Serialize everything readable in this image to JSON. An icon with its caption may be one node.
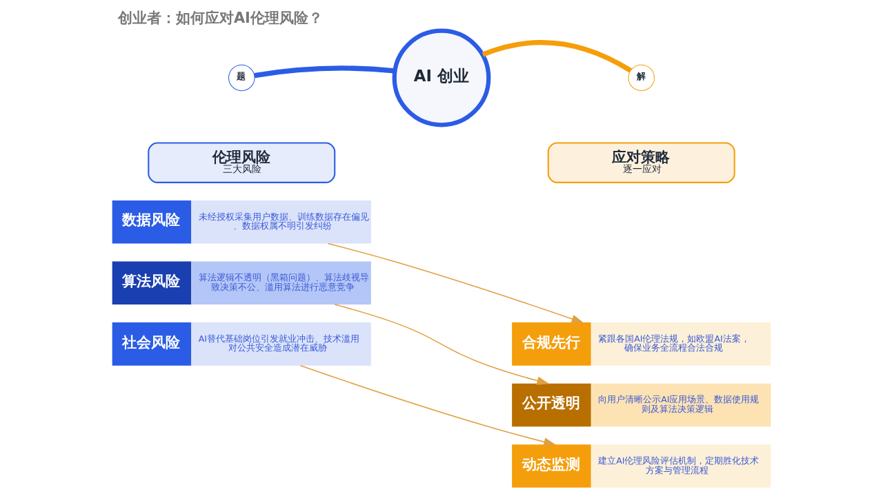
{
  "diagram": {
    "title": "创业者：如何应对AI伦理风险？",
    "nodes": [
      {
        "text": [
          "AI 创业"
        ]
      },
      {
        "text": [
          "题"
        ]
      },
      {
        "text": [
          "解"
        ]
      },
      {
        "text": [
          "伦理风险",
          "三大风险"
        ]
      },
      {
        "text": [
          "应对策略",
          "逐一应对"
        ]
      },
      {
        "text": [
          "数据风险",
          "未经授权采集用户数据、训练数据存在偏见、数据权属不明引发纠纷"
        ]
      },
      {
        "text": [
          "算法风险",
          "算法逻辑不透明（黑箱问题）、算法歧视导致决策不公、滥用算法进行恶意竞争"
        ]
      },
      {
        "text": [
          "社会风险",
          "AI替代基础岗位引发就业冲击、技术滥用对公共安全造成潜在威胁"
        ]
      },
      {
        "text": [
          "合规先行",
          "紧跟各国AI伦理法规，如欧盟AI法案，确保业务全流程合法合规"
        ]
      },
      {
        "text": [
          "公开透明",
          "向用户清晰公示AI应用场景、数据使用规则及算法决策逻辑"
        ]
      },
      {
        "text": [
          "动态监测",
          "建立AI伦理风险评估机制，定期胜化技术方案与管理流程"
        ]
      }
    ],
    "edges": [
      {
        "from": 0,
        "to": 1,
        "arrow": "none",
        "style": "thick",
        "color": "#2b5ce6"
      },
      {
        "from": 0,
        "to": 2,
        "arrow": "none",
        "style": "thick",
        "color": "#f59e0b"
      },
      {
        "from": 5,
        "to": 8,
        "arrow": "to"
      },
      {
        "from": 6,
        "to": 9,
        "arrow": "to"
      },
      {
        "from": 7,
        "to": 10,
        "arrow": "to"
      }
    ]
  }
}
